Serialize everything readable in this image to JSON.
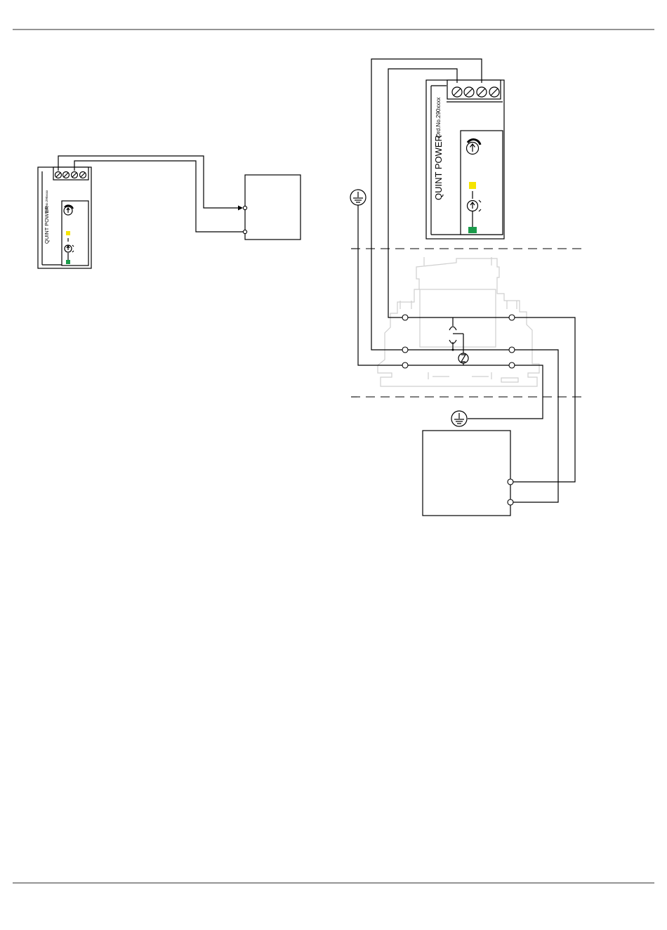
{
  "diagrams": {
    "left_unit": {
      "brand": "QUINT POWER",
      "order_no": "Ord.No.290xxxx",
      "led_yellow": "#f5e400",
      "led_green": "#1a9a4a"
    },
    "right_unit": {
      "brand": "QUINT POWER",
      "order_no": "Ord.No.290xxxx",
      "led_yellow": "#f5e400",
      "led_green": "#1a9a4a"
    }
  },
  "icons": [
    "terminal-block-icon",
    "potentiometer-icon",
    "ground-icon",
    "surge-protector-icon",
    "gas-discharge-tube-icon"
  ],
  "colors": {
    "line": "#000000",
    "module_outline": "#cfcfcf",
    "rule": "#555555"
  }
}
